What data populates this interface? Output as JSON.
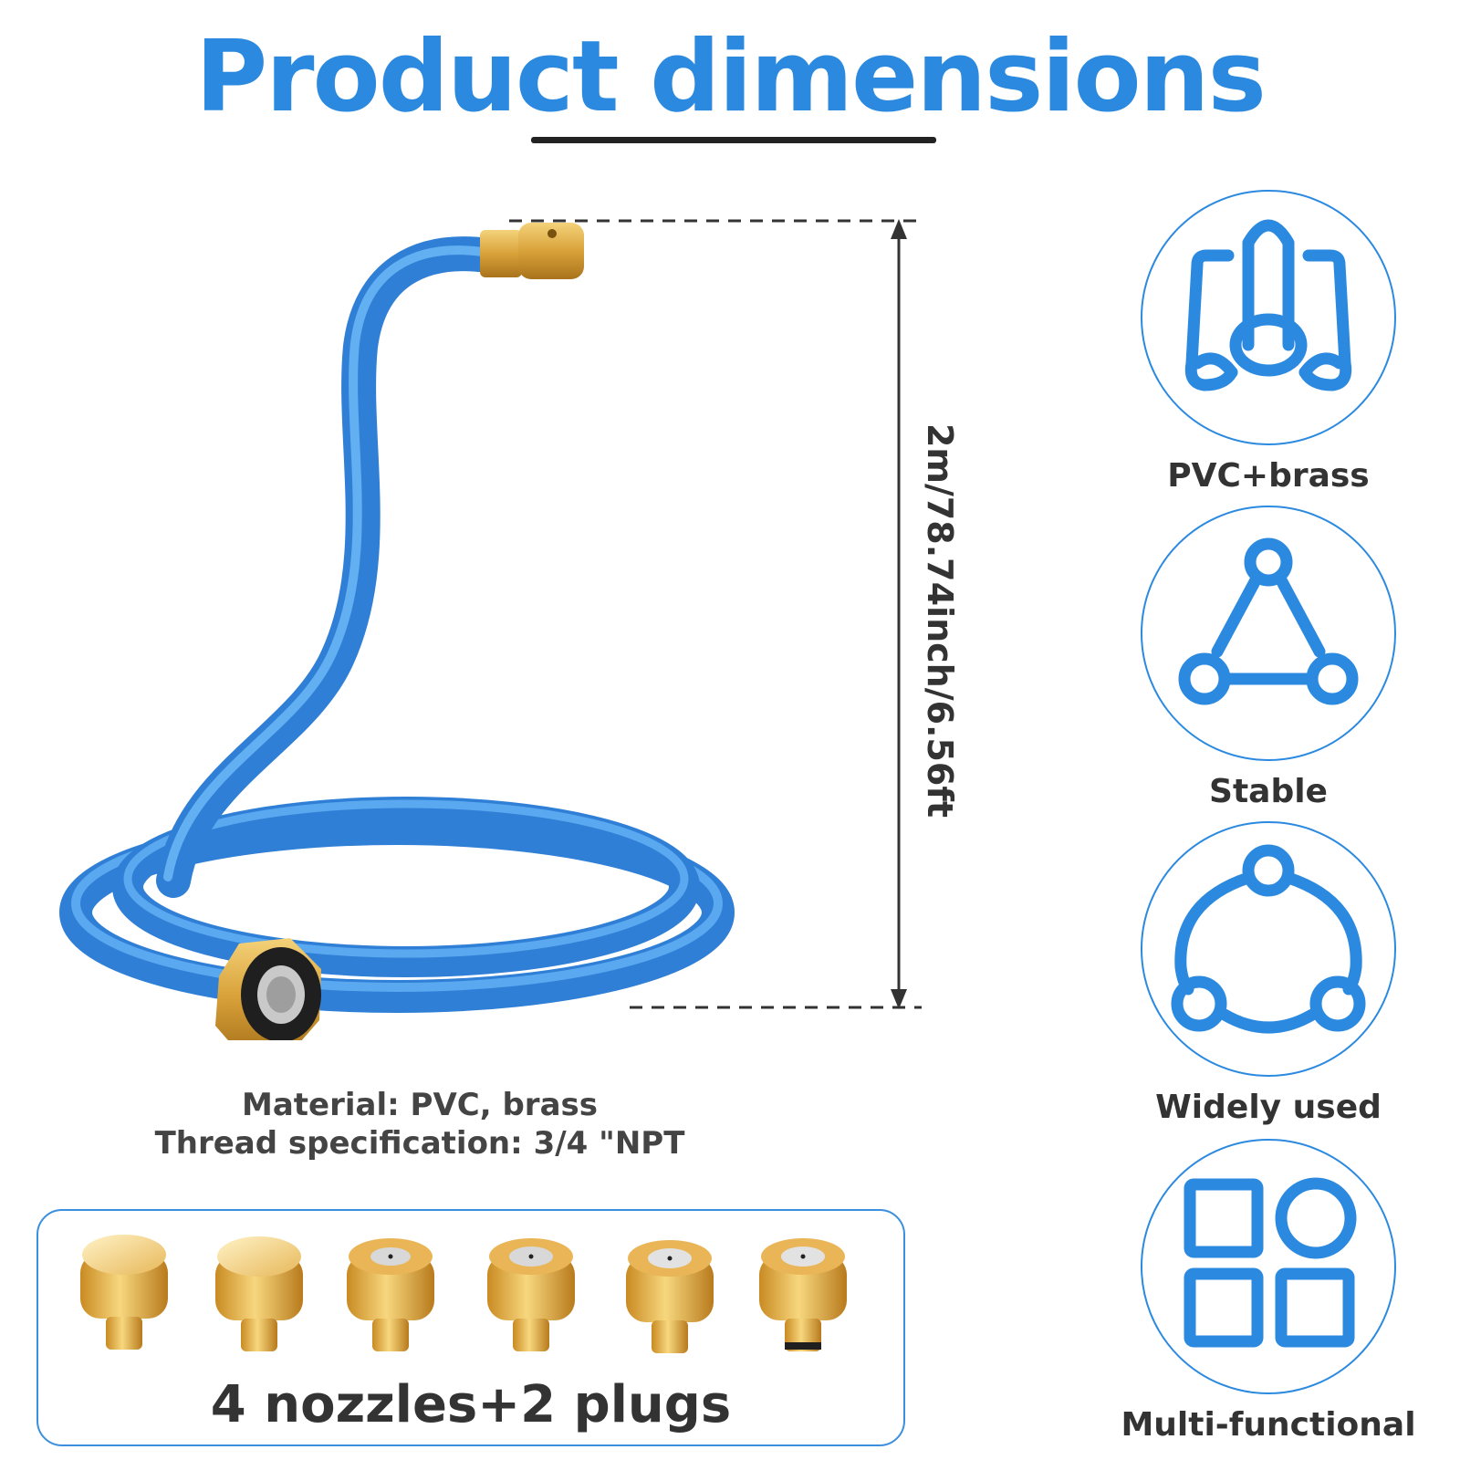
{
  "title": "Product dimensions",
  "dimension_label": "2m/78.74inch/6.56ft",
  "specs": {
    "material": "Material: PVC, brass",
    "thread": "Thread specification: 3/4 \"NPT"
  },
  "accessories": {
    "caption": "4 nozzles+2 plugs",
    "items": [
      "plug",
      "plug",
      "nozzle",
      "nozzle",
      "nozzle",
      "nozzle"
    ]
  },
  "features": [
    {
      "label": "PVC+brass",
      "icon": "pipes-icon"
    },
    {
      "label": "Stable",
      "icon": "triangle-nodes-icon"
    },
    {
      "label": "Widely used",
      "icon": "circle-nodes-icon"
    },
    {
      "label": "Multi-functional",
      "icon": "grid-shapes-icon"
    }
  ],
  "colors": {
    "accent": "#2b8ae0",
    "hose": "#3b8ee6",
    "brass": "#d9a23a",
    "text": "#333333"
  }
}
